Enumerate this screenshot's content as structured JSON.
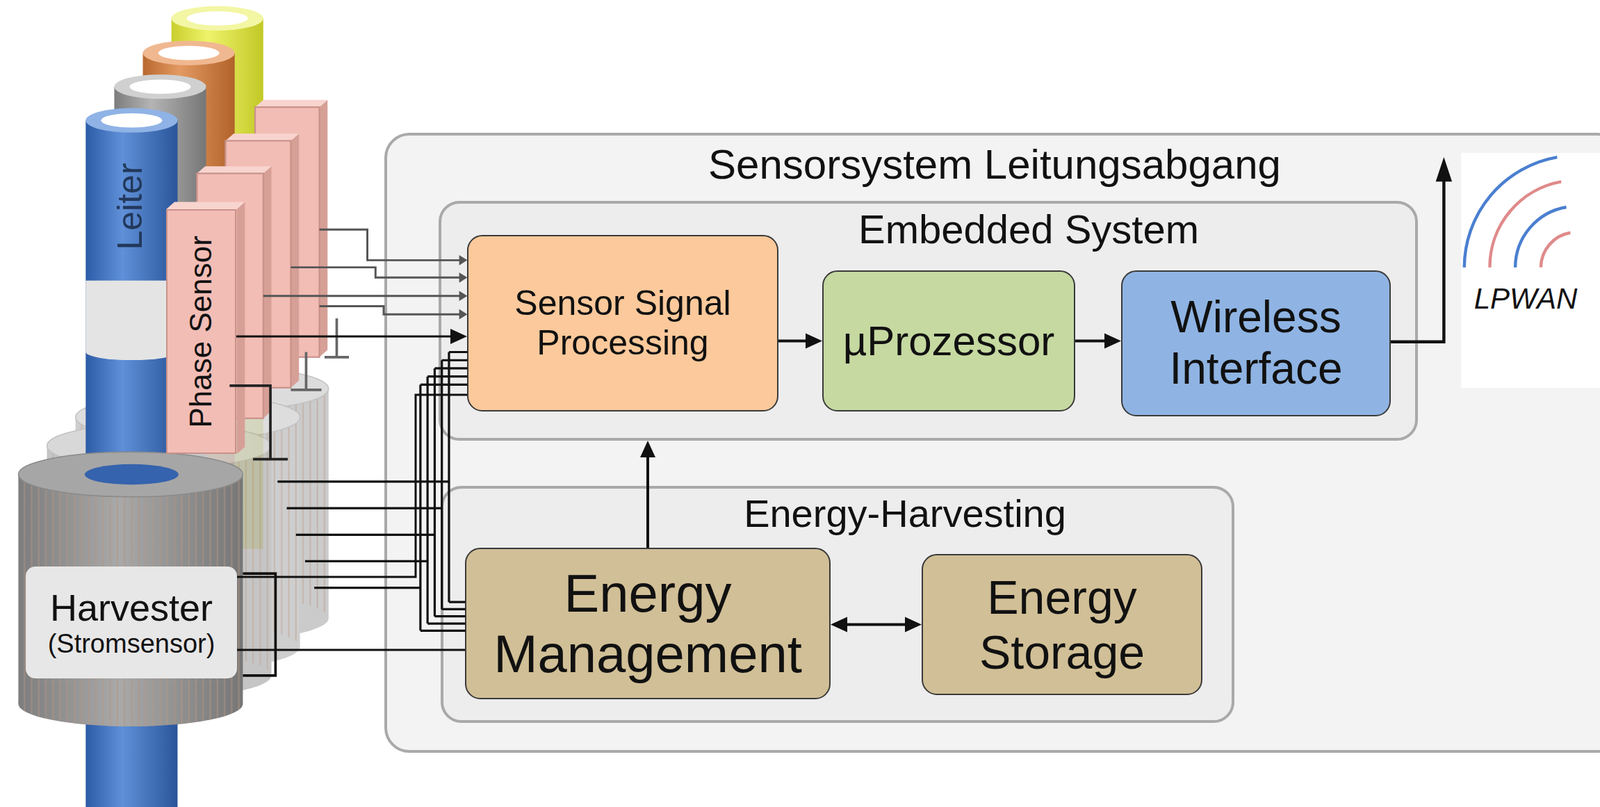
{
  "diagram": {
    "nodes": [
      {
        "text": [
          "Sensorsystem Leitungsabgang"
        ]
      },
      {
        "text": [
          "Embedded System"
        ],
        "in": 0
      },
      {
        "text": [
          "Sensor Signal Processing"
        ],
        "in": 1
      },
      {
        "text": [
          "µProzessor"
        ],
        "in": 1
      },
      {
        "text": [
          "Wireless Interface"
        ],
        "in": 1
      },
      {
        "text": [
          "Energy-Harvesting"
        ],
        "in": 0
      },
      {
        "text": [
          "Energy Management"
        ],
        "in": 5
      },
      {
        "text": [
          "Energy Storage"
        ],
        "in": 5
      },
      {
        "text": [
          "Phase Sensor"
        ]
      },
      {
        "text": [
          "Harvester",
          "(Stromsensor)"
        ]
      }
    ],
    "edges": [
      {
        "from": 2,
        "to": 3,
        "arrow": "to"
      },
      {
        "from": 3,
        "to": 4,
        "arrow": "to"
      },
      {
        "from": 6,
        "to": 1,
        "arrow": "to"
      },
      {
        "from": 6,
        "to": 7,
        "arrow": "both"
      },
      {
        "from": 8,
        "to": 2,
        "arrow": "to"
      },
      {
        "from": 9,
        "to": 2,
        "arrow": "none"
      },
      {
        "from": 9,
        "to": 6,
        "arrow": "none"
      }
    ],
    "labels": [
      "Leiter",
      "LPWAN"
    ]
  }
}
